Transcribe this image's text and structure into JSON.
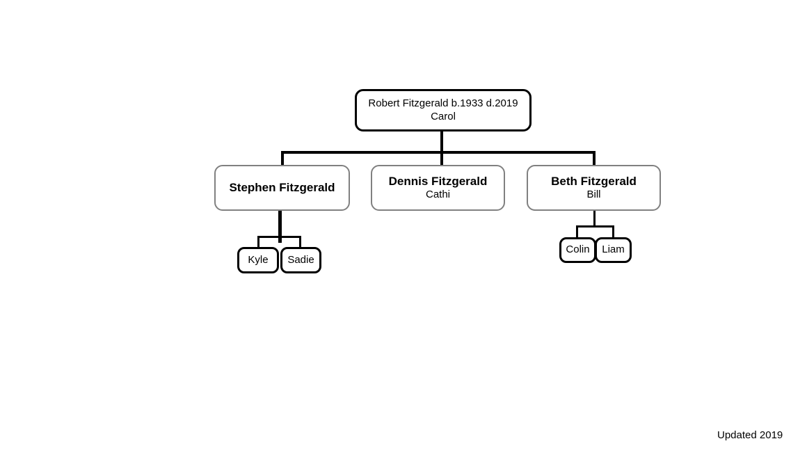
{
  "diagram": {
    "title_text": "Robert Fitzgerald b.1933 d.2019",
    "footer": "Updated 2019",
    "colors": {
      "line": "#000000",
      "root_border": "#000000",
      "mid_border": "#808080",
      "leaf_border": "#000000",
      "background": "#ffffff",
      "text": "#000000"
    },
    "generations": {
      "root": {
        "name": "Robert Fitzgerald b.1933 d.2019",
        "spouse": "Carol"
      },
      "children": [
        {
          "name": "Stephen Fitzgerald",
          "spouse": ""
        },
        {
          "name": "Dennis Fitzgerald",
          "spouse": "Cathi"
        },
        {
          "name": "Beth Fitzgerald",
          "spouse": "Bill"
        }
      ],
      "grandchildren": [
        {
          "name": "Kyle",
          "parent": "Stephen Fitzgerald"
        },
        {
          "name": "Sadie",
          "parent": "Stephen Fitzgerald"
        },
        {
          "name": "Colin",
          "parent": "Beth Fitzgerald"
        },
        {
          "name": "Liam",
          "parent": "Beth Fitzgerald"
        }
      ]
    }
  }
}
